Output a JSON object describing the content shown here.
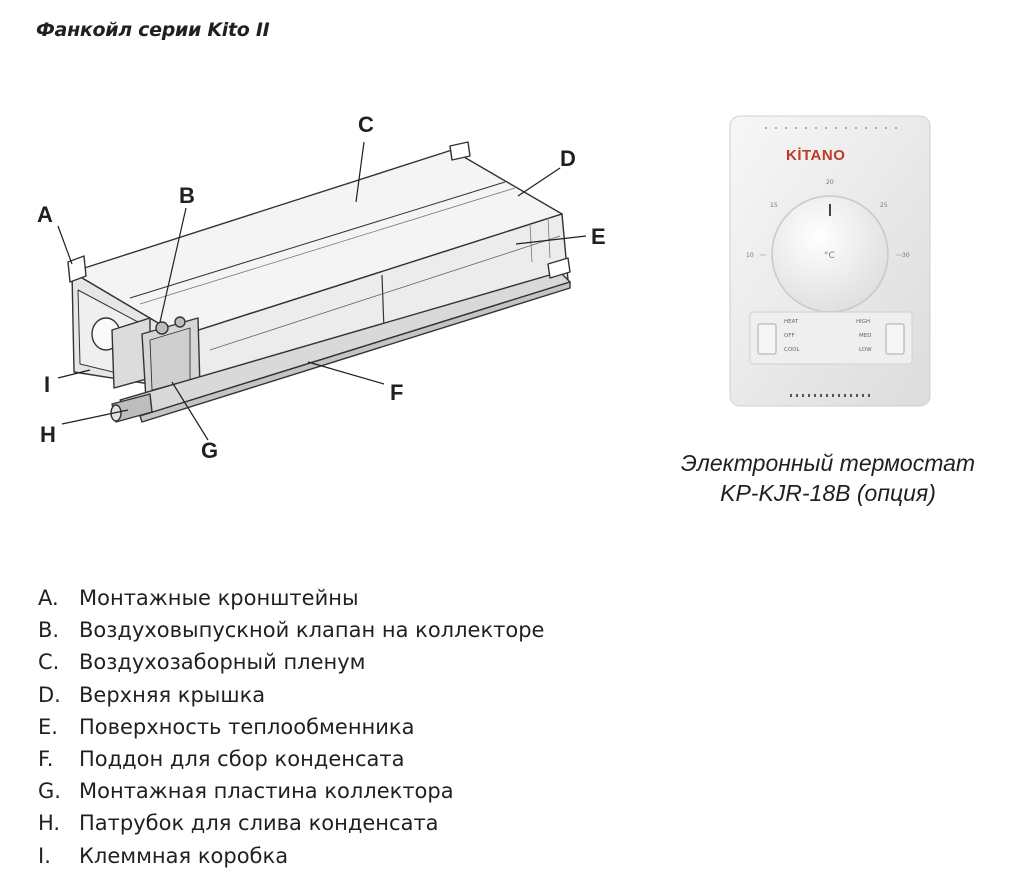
{
  "header": {
    "title": "Фанкойл серии Kito II"
  },
  "diagram": {
    "callouts": {
      "A": "A",
      "B": "B",
      "C": "C",
      "D": "D",
      "E": "E",
      "F": "F",
      "G": "G",
      "H": "H",
      "I": "I"
    }
  },
  "thermostat": {
    "brand": "KİTANO",
    "dial": {
      "unit": "°C",
      "ticks": [
        "10",
        "15",
        "20",
        "25",
        "30"
      ]
    },
    "mode_switch": [
      "HEAT",
      "OFF",
      "COOL"
    ],
    "fan_switch": [
      "HIGH",
      "MED",
      "LOW"
    ],
    "caption_line1": "Электронный термостат",
    "caption_line2": "KP-KJR-18B (опция)"
  },
  "legend": {
    "items": [
      {
        "letter": "A.",
        "text": "Монтажные кронштейны"
      },
      {
        "letter": "B.",
        "text": "Воздуховыпускной клапан на коллекторе"
      },
      {
        "letter": "C.",
        "text": "Воздухозаборный пленум"
      },
      {
        "letter": "D.",
        "text": "Верхняя крышка"
      },
      {
        "letter": "E.",
        "text": "Поверхность теплообменника"
      },
      {
        "letter": "F.",
        "text": "Поддон для сбор конденсата"
      },
      {
        "letter": "G.",
        "text": "Монтажная пластина коллектора"
      },
      {
        "letter": "H.",
        "text": "Патрубок для слива конденсата"
      },
      {
        "letter": "I.",
        "text": "Клеммная коробка"
      }
    ]
  }
}
